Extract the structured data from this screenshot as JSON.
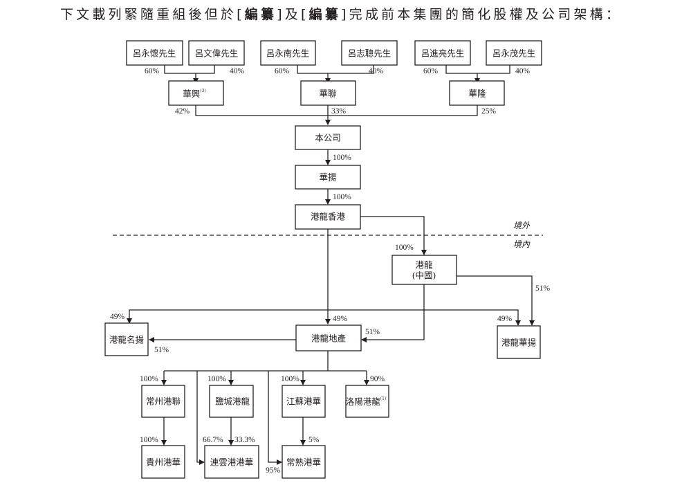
{
  "heading": {
    "prefix": "下文載列緊隨重組後但於[",
    "redacted1": "編纂",
    "middle": "]及[",
    "redacted2": "編纂",
    "suffix": "]完成前本集團的簡化股權及公司架構："
  },
  "zones": {
    "offshore": "境外",
    "onshore": "境內"
  },
  "entities": {
    "lv_yonghuai": "呂永懷先生",
    "lv_wenwei": "呂文偉先生",
    "lv_yongnan": "呂永南先生",
    "lv_zhicong": "呂志聰先生",
    "lv_jinliang": "呂進亮先生",
    "lv_yongmao": "呂永茂先生",
    "huaxing": "華興",
    "huaxing_note": "(3)",
    "hualian": "華聯",
    "hualong": "華隆",
    "company": "本公司",
    "huayang": "華揚",
    "ganglong_hk": "港龍香港",
    "ganglong_cn_1": "港龍",
    "ganglong_cn_2": "(中國)",
    "ganglong_mingyang": "港龍名揚",
    "ganglong_dichan": "港龍地產",
    "ganglong_huayang": "港龍華揚",
    "changzhou": "常州港聯",
    "yancheng": "鹽城港龍",
    "jiangsu": "江蘇港華",
    "luoyang": "洛陽港龍",
    "luoyang_note": "(1)",
    "guizhou": "貴州港華",
    "lianyungang": "連雲港港華",
    "changshu": "常熟港華"
  },
  "percentages": {
    "yonghuai_huaxing": "60%",
    "wenwei_huaxing": "40%",
    "yongnan_hualian": "60%",
    "zhicong_hualian": "40%",
    "jinliang_hualong": "60%",
    "yongmao_hualong": "40%",
    "huaxing_company": "42%",
    "hualian_company": "33%",
    "hualong_company": "25%",
    "company_huayang": "100%",
    "huayang_hk": "100%",
    "hk_cn": "100%",
    "cn_huayangjv": "51%",
    "hk_mingyang": "49%",
    "hk_dichan": "49%",
    "hk_huayangjv": "49%",
    "cn_dichan": "51%",
    "dichan_mingyang": "51%",
    "dichan_changzhou": "100%",
    "dichan_yancheng": "100%",
    "dichan_jiangsu": "100%",
    "dichan_luoyang": "90%",
    "changzhou_guizhou": "100%",
    "dichan_lianyungang": "66.7%",
    "yancheng_lianyungang": "33.3%",
    "jiangsu_changshu": "5%",
    "dichan_changshu": "95%"
  }
}
